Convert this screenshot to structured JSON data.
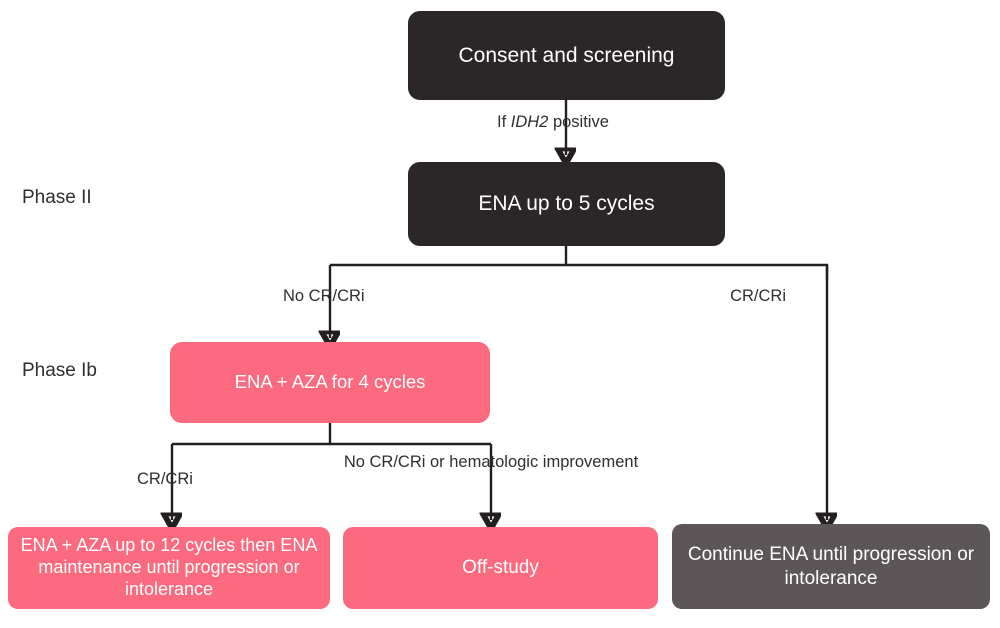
{
  "diagram": {
    "title": "Clinical trial treatment flow diagram",
    "colors": {
      "dark": "#2b2628",
      "pink": "#fb6a7e",
      "gray": "#5d5659",
      "line": "#231f20",
      "text_dark": "#2f2f2f",
      "text_light": "#ffffff",
      "background": "#ffffff"
    },
    "phase_labels": [
      {
        "id": "phase-2",
        "text": "Phase II"
      },
      {
        "id": "phase-1b",
        "text": "Phase Ib"
      }
    ],
    "nodes": [
      {
        "id": "consent",
        "text": "Consent and screening",
        "style": "dark"
      },
      {
        "id": "ena-5-cycles",
        "text": "ENA up to 5 cycles",
        "style": "dark"
      },
      {
        "id": "ena-aza-4",
        "text": "ENA + AZA for 4 cycles",
        "style": "pink"
      },
      {
        "id": "ena-aza-12",
        "text": "ENA + AZA up to 12 cycles then ENA maintenance until progression or intolerance",
        "style": "pink"
      },
      {
        "id": "off-study",
        "text": "Off-study",
        "style": "pink"
      },
      {
        "id": "continue-ena",
        "text": "Continue ENA until progression or intolerance",
        "style": "gray"
      }
    ],
    "edge_labels": [
      {
        "id": "idh2-positive",
        "prefix": "If ",
        "italic": "IDH2",
        "suffix": " positive"
      },
      {
        "id": "no-cr-cri",
        "text": "No CR/CRi"
      },
      {
        "id": "cr-cri-right",
        "text": "CR/CRi"
      },
      {
        "id": "cr-cri-left",
        "text": "CR/CRi"
      },
      {
        "id": "no-cr-cri-hema",
        "text": "No CR/CRi or hematologic improvement"
      }
    ]
  }
}
